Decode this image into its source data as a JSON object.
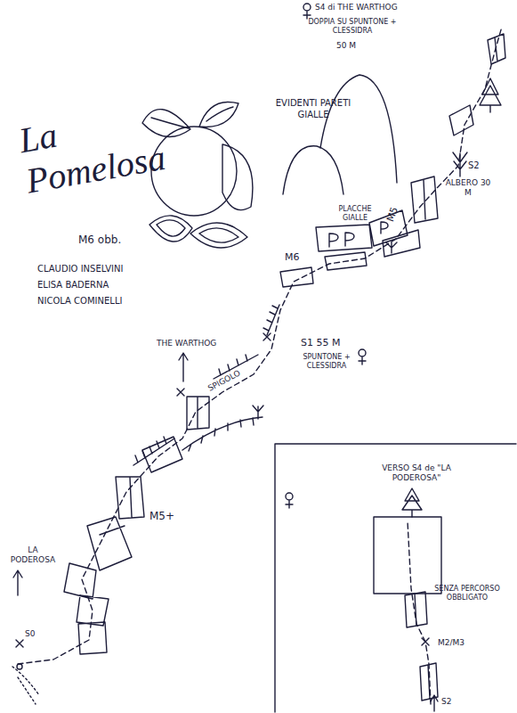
{
  "diagram": {
    "title": "La Pomelosa",
    "labels": [
      "M6 obb.",
      "CLAUDIO INSELVINI",
      "ELISA BADERNA",
      "NICOLA COMINELLI",
      "S4 di THE WARTHOG",
      "DOPPIA SU SPUNTONE + CLESSIDRA",
      "50 M",
      "EVIDENTI PARETI GIALLE",
      "S2",
      "ALBERO 30 M",
      "PLACCHE GIALLE",
      "M5",
      "M6",
      "THE WARTHOG",
      "S1 55 M",
      "SPUNTONE + CLESSIDRA",
      "SPIGOLO",
      "M5+",
      "LA PODEROSA",
      "S0",
      "VERSO S4 de \"LA PODEROSA\"",
      "SENZA PERCORSO OBBLIGATO",
      "M2/M3",
      "S2"
    ]
  }
}
